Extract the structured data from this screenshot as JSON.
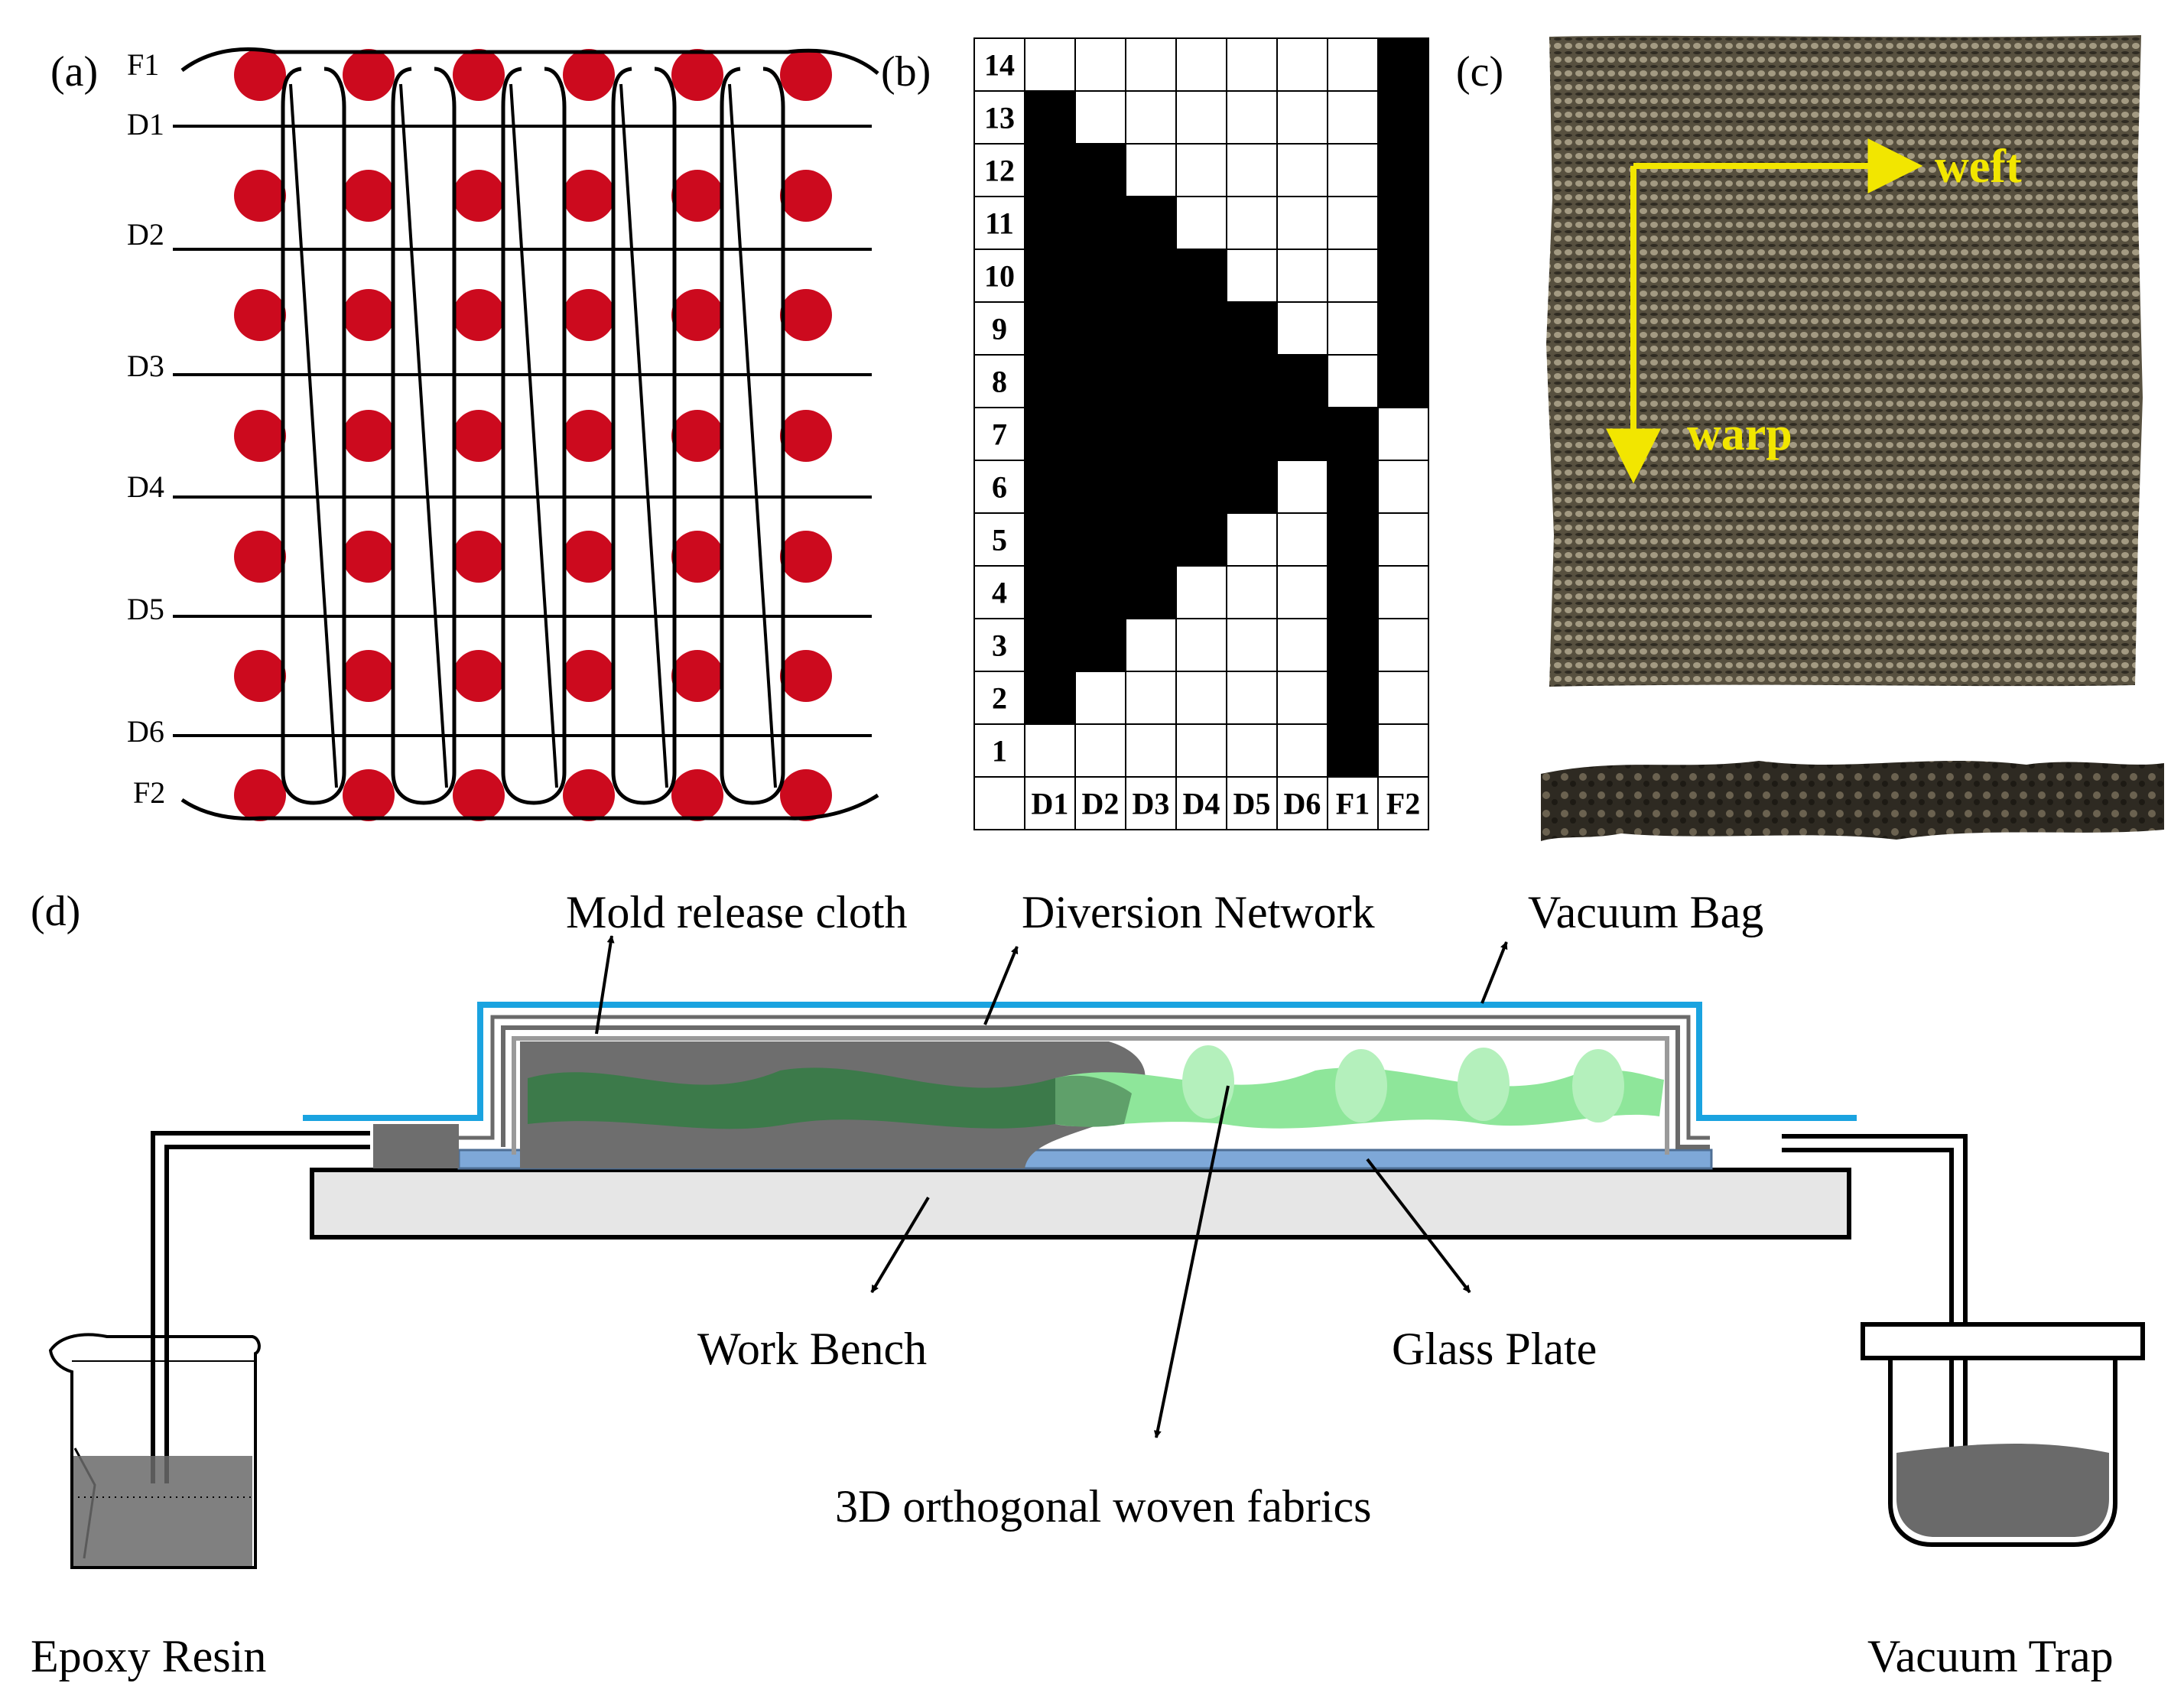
{
  "panel_labels": {
    "a": "(a)",
    "b": "(b)",
    "c": "(c)",
    "d": "(d)"
  },
  "panel_a": {
    "row_labels": [
      "F1",
      "D1",
      "D2",
      "D3",
      "D4",
      "D5",
      "D6",
      "F2"
    ],
    "dot_color": "#cc0a1e",
    "columns": 6,
    "rows": 7
  },
  "panel_b": {
    "row_numbers": [
      "14",
      "13",
      "12",
      "11",
      "10",
      "9",
      "8",
      "7",
      "6",
      "5",
      "4",
      "3",
      "2",
      "1"
    ],
    "column_labels": [
      "D1",
      "D2",
      "D3",
      "D4",
      "D5",
      "D6",
      "F1",
      "F2"
    ],
    "black_cells": [
      [
        0,
        0,
        0,
        0,
        0,
        0,
        0,
        1
      ],
      [
        1,
        0,
        0,
        0,
        0,
        0,
        0,
        1
      ],
      [
        1,
        1,
        0,
        0,
        0,
        0,
        0,
        1
      ],
      [
        1,
        1,
        1,
        0,
        0,
        0,
        0,
        1
      ],
      [
        1,
        1,
        1,
        1,
        0,
        0,
        0,
        1
      ],
      [
        1,
        1,
        1,
        1,
        1,
        0,
        0,
        1
      ],
      [
        1,
        1,
        1,
        1,
        1,
        1,
        0,
        1
      ],
      [
        1,
        1,
        1,
        1,
        1,
        1,
        1,
        0
      ],
      [
        1,
        1,
        1,
        1,
        1,
        0,
        1,
        0
      ],
      [
        1,
        1,
        1,
        1,
        0,
        0,
        1,
        0
      ],
      [
        1,
        1,
        1,
        0,
        0,
        0,
        1,
        0
      ],
      [
        1,
        1,
        0,
        0,
        0,
        0,
        1,
        0
      ],
      [
        1,
        0,
        0,
        0,
        0,
        0,
        1,
        0
      ],
      [
        0,
        0,
        0,
        0,
        0,
        0,
        1,
        0
      ]
    ]
  },
  "panel_c": {
    "weft_label": "weft",
    "warp_label": "warp",
    "arrow_color": "#f2e600",
    "fabric_color": "#5a5444"
  },
  "panel_d": {
    "labels": {
      "mold_release_cloth": "Mold release cloth",
      "diversion_network": "Diversion Network",
      "vacuum_bag": "Vacuum Bag",
      "work_bench": "Work Bench",
      "glass_plate": "Glass Plate",
      "fabrics": "3D orthogonal woven fabrics",
      "epoxy_resin": "Epoxy Resin",
      "vacuum_trap": "Vacuum Trap"
    },
    "colors": {
      "vacuum_bag": "#1aa3e0",
      "impregnated_region": "#6e6e6e",
      "dry_fabric": "#8ee69a",
      "wet_fabric": "#3c7a4a",
      "glass_plate": "#7ea8d8",
      "bench": "#e6e6e6",
      "resin": "#6a6a6a"
    }
  }
}
